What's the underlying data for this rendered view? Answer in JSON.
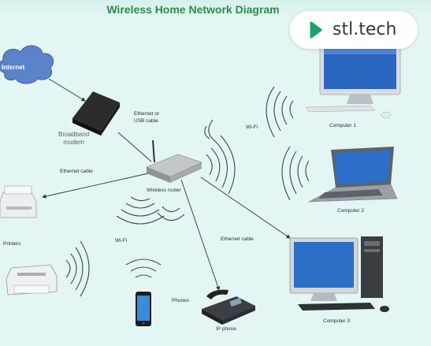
{
  "title": "Wireless Home Network Diagram",
  "watermark": {
    "text": "stl.tech",
    "accent": "#1aa36b"
  },
  "labels": {
    "internet": "Internet",
    "broadband_modem": "Broadband\nmodem",
    "ethernet_or_usb_cable": "Ethernet or\nUSB cable",
    "ethernet_cable_left": "Ethernet cable",
    "wireless_router": "Wireless router",
    "wifi_computer1": "Wi-Fi",
    "computer1": "Computer 1",
    "computer2": "Computer 2",
    "ethernet_cable_right": "Ethernet cable",
    "computer3": "Computer 3",
    "printers": "Printers",
    "wifi_printer": "Wi-Fi",
    "phones": "Phones",
    "ip_phone": "IP phone"
  },
  "colors": {
    "background": "#e4f6f3",
    "title": "#2e8a4a",
    "cloud": "#5a83c9",
    "cable": "#333333",
    "waves": "#444444"
  }
}
